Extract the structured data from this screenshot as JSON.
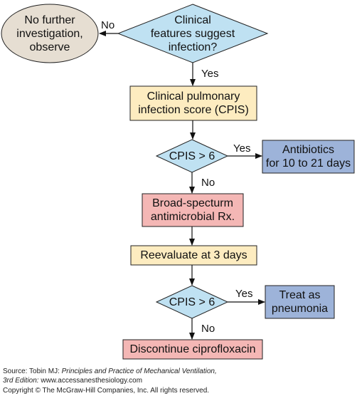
{
  "nodes": {
    "observe": {
      "text": "No further\ninvestigation,\nobserve",
      "fill": "#e6ded2"
    },
    "clinical_features": {
      "text": "Clinical\nfeatures suggest\ninfection?",
      "fill": "#bfe1f2"
    },
    "cpis_score": {
      "text": "Clinical pulmonary\ninfection score (CPIS)",
      "fill": "#fdecc0"
    },
    "cpis_check_1": {
      "text": "CPIS > 6",
      "fill": "#bfe1f2"
    },
    "antibiotics": {
      "text": "Antibiotics\nfor 10 to 21 days",
      "fill": "#9db3d9"
    },
    "broad_spectrum": {
      "text": "Broad-specturm\nantimicrobial Rx.",
      "fill": "#f4b7b5"
    },
    "reevaluate": {
      "text": "Reevaluate at 3 days",
      "fill": "#fdecc0"
    },
    "cpis_check_2": {
      "text": "CPIS > 6",
      "fill": "#bfe1f2"
    },
    "treat_pneumonia": {
      "text": "Treat as\npneumonia",
      "fill": "#9db3d9"
    },
    "discontinue": {
      "text": "Discontinue ciprofloxacin",
      "fill": "#f4b7b5"
    }
  },
  "edge_labels": {
    "no_1": "No",
    "yes_1": "Yes",
    "yes_2": "Yes",
    "no_2": "No",
    "yes_3": "Yes",
    "no_3": "No"
  },
  "footer": {
    "source_prefix": "Source: Tobin MJ: ",
    "source_title": "Principles and Practice of Mechanical Ventilation,",
    "edition": "3rd Edition:",
    "website": " www.accessanesthesiology.com",
    "copyright": "Copyright © The McGraw-Hill Companies, Inc. All rights reserved."
  }
}
